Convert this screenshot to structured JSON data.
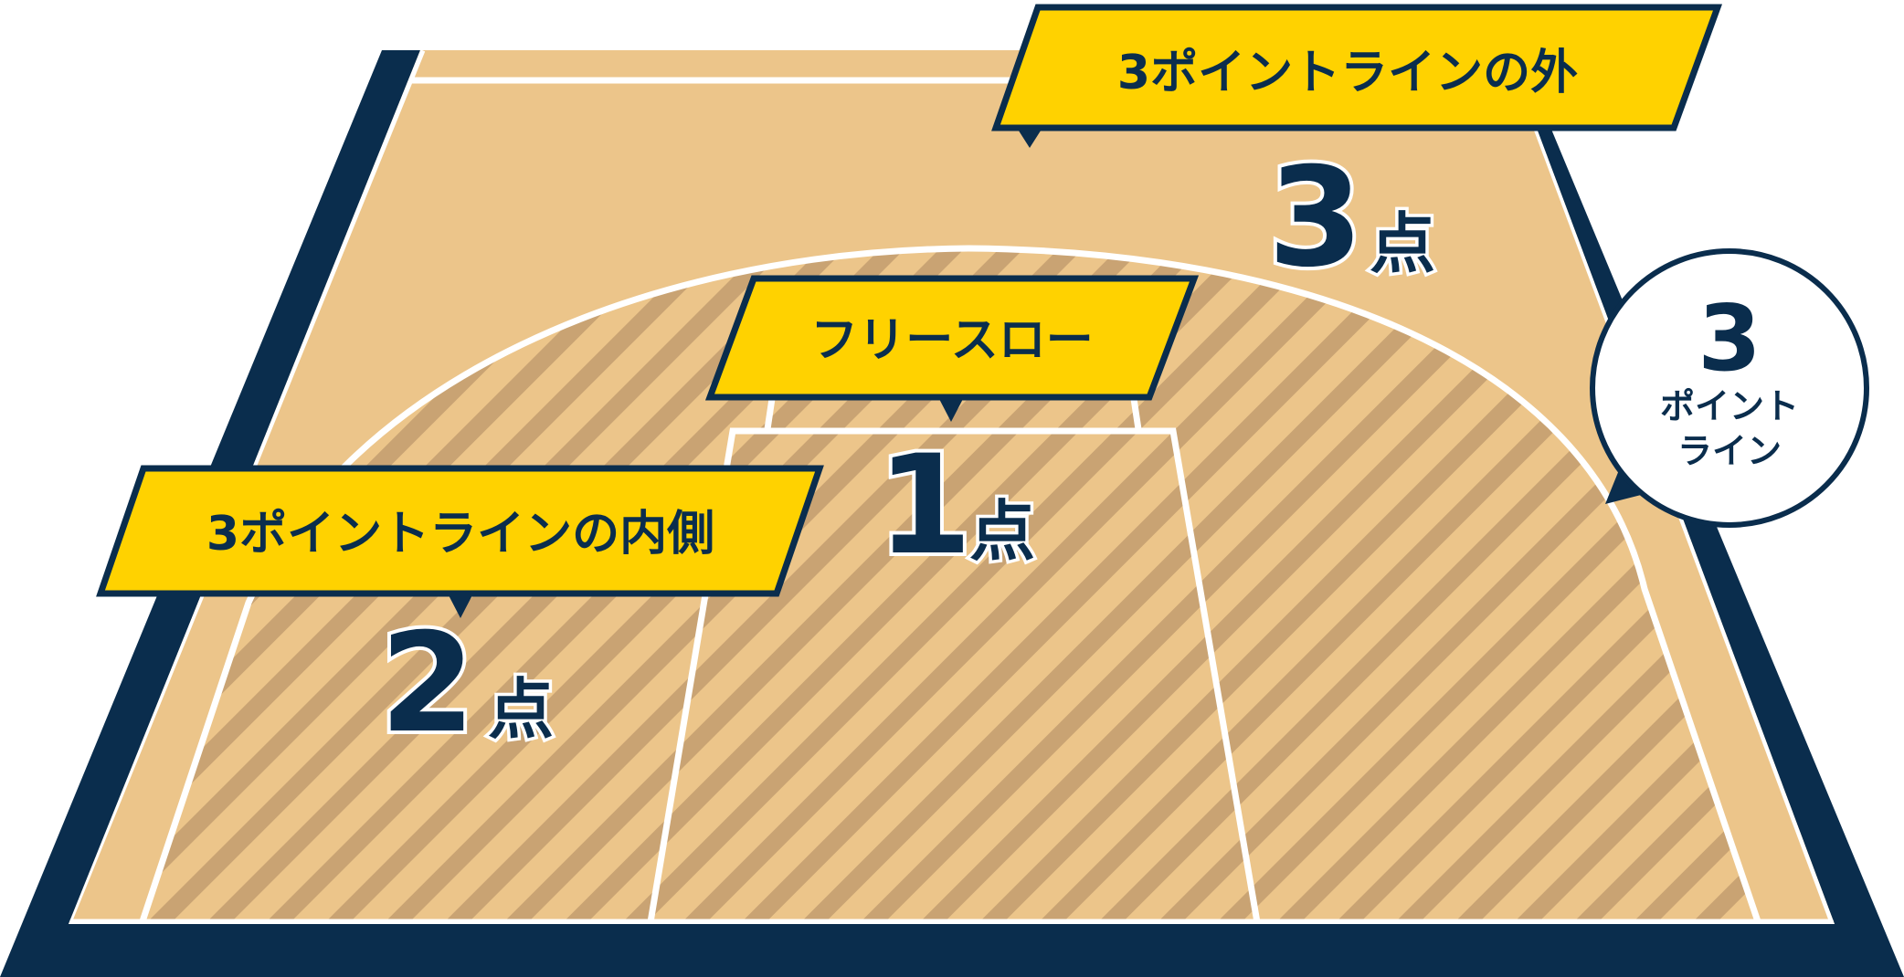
{
  "labels": {
    "outside_three": "3ポイントラインの外",
    "free_throw": "フリースロー",
    "inside_three": "3ポイントラインの内側"
  },
  "scores": {
    "three": {
      "number": "3",
      "unit": "点"
    },
    "one": {
      "number": "1",
      "unit": "点"
    },
    "two": {
      "number": "2",
      "unit": "点"
    }
  },
  "badge": {
    "number": "3",
    "line1": "ポイント",
    "line2": "ライン"
  },
  "colors": {
    "navy": "#0a2d4d",
    "court": "#ecc58a",
    "hatch": "#c9a373",
    "yellow": "#ffd200",
    "white": "#ffffff"
  }
}
